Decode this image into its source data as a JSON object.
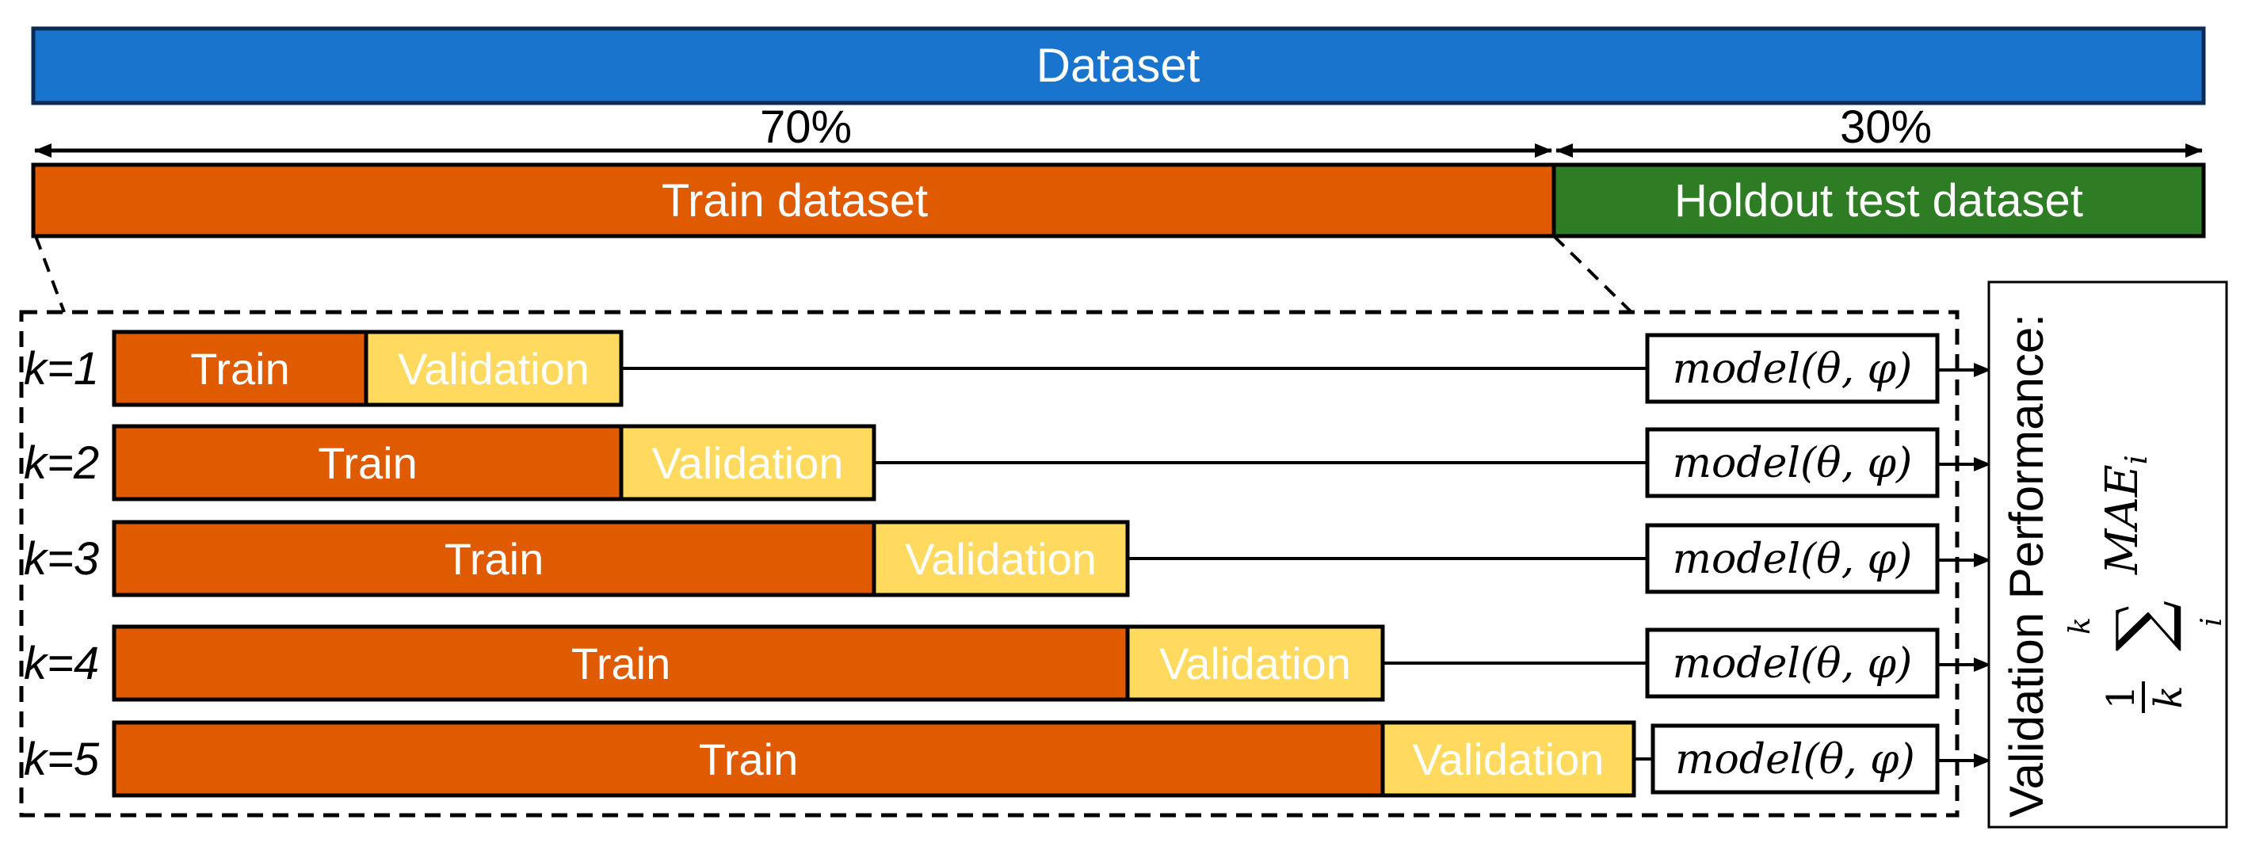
{
  "dataset": {
    "label": "Dataset",
    "color": "#1874CD"
  },
  "split": {
    "train_pct": "70%",
    "test_pct": "30%"
  },
  "train_dataset": {
    "label": "Train dataset",
    "color": "#E05A00"
  },
  "holdout": {
    "label": "Holdout test dataset",
    "color": "#2E7D24"
  },
  "folds": [
    {
      "k": "k=1",
      "train": "Train",
      "validation": "Validation",
      "model": "model(θ, φ)"
    },
    {
      "k": "k=2",
      "train": "Train",
      "validation": "Validation",
      "model": "model(θ, φ)"
    },
    {
      "k": "k=3",
      "train": "Train",
      "validation": "Validation",
      "model": "model(θ, φ)"
    },
    {
      "k": "k=4",
      "train": "Train",
      "validation": "Validation",
      "model": "model(θ, φ)"
    },
    {
      "k": "k=5",
      "train": "Train",
      "validation": "Validation",
      "model": "model(θ, φ)"
    }
  ],
  "colors": {
    "train": "#E05A00",
    "validation": "#FFDA5E"
  },
  "performance": {
    "title": "Validation Performance:",
    "formula": {
      "numerator": "1",
      "denominator": "k",
      "sum": "∑",
      "upper": "k",
      "lower": "i",
      "term": "MAE",
      "subscript": "i"
    }
  }
}
